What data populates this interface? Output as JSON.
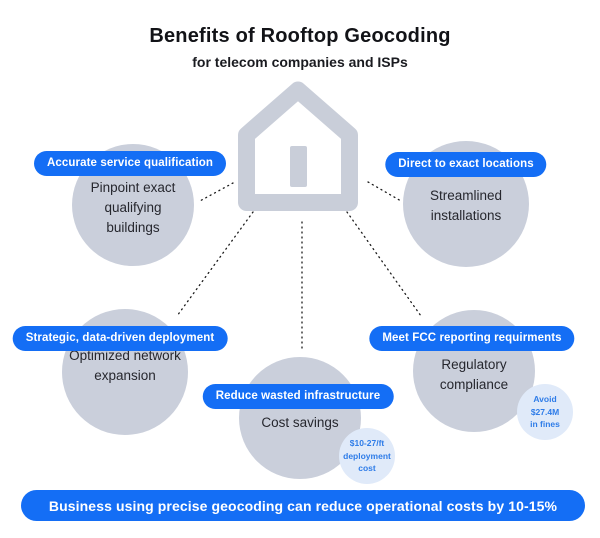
{
  "header": {
    "title": "Benefits of Rooftop Geocoding",
    "subtitle": "for telecom companies and ISPs"
  },
  "icons": {
    "center_icon": "house-icon"
  },
  "colors": {
    "accent_blue": "#146ef5",
    "node_circle_gray": "#cacfdb",
    "house_gray": "#c9ced9",
    "badge_bg_light_blue": "#e0eaf9",
    "badge_text_blue": "#2e7ce8",
    "dark_text": "#26272e"
  },
  "nodes": [
    {
      "label": "Accurate service qualification",
      "lines": [
        "Pinpoint exact",
        "qualifying",
        "buildings"
      ]
    },
    {
      "label": "Direct to exact locations",
      "lines": [
        "Streamlined",
        "installations"
      ]
    },
    {
      "label": "Strategic, data-driven deployment",
      "lines": [
        "Optimized network",
        "expansion"
      ]
    },
    {
      "label": "Reduce wasted infrastructure",
      "lines": [
        "Cost savings"
      ]
    },
    {
      "label": "Meet FCC reporting requirments",
      "lines": [
        "Regulatory",
        "compliance"
      ]
    }
  ],
  "badges": [
    {
      "lines": [
        "$10-27/ft",
        "deployment",
        "cost"
      ]
    },
    {
      "lines": [
        "Avoid",
        "$27.4M",
        "in fines"
      ]
    }
  ],
  "footer": {
    "banner": "Business using precise geocoding can reduce operational costs by 10-15%"
  }
}
